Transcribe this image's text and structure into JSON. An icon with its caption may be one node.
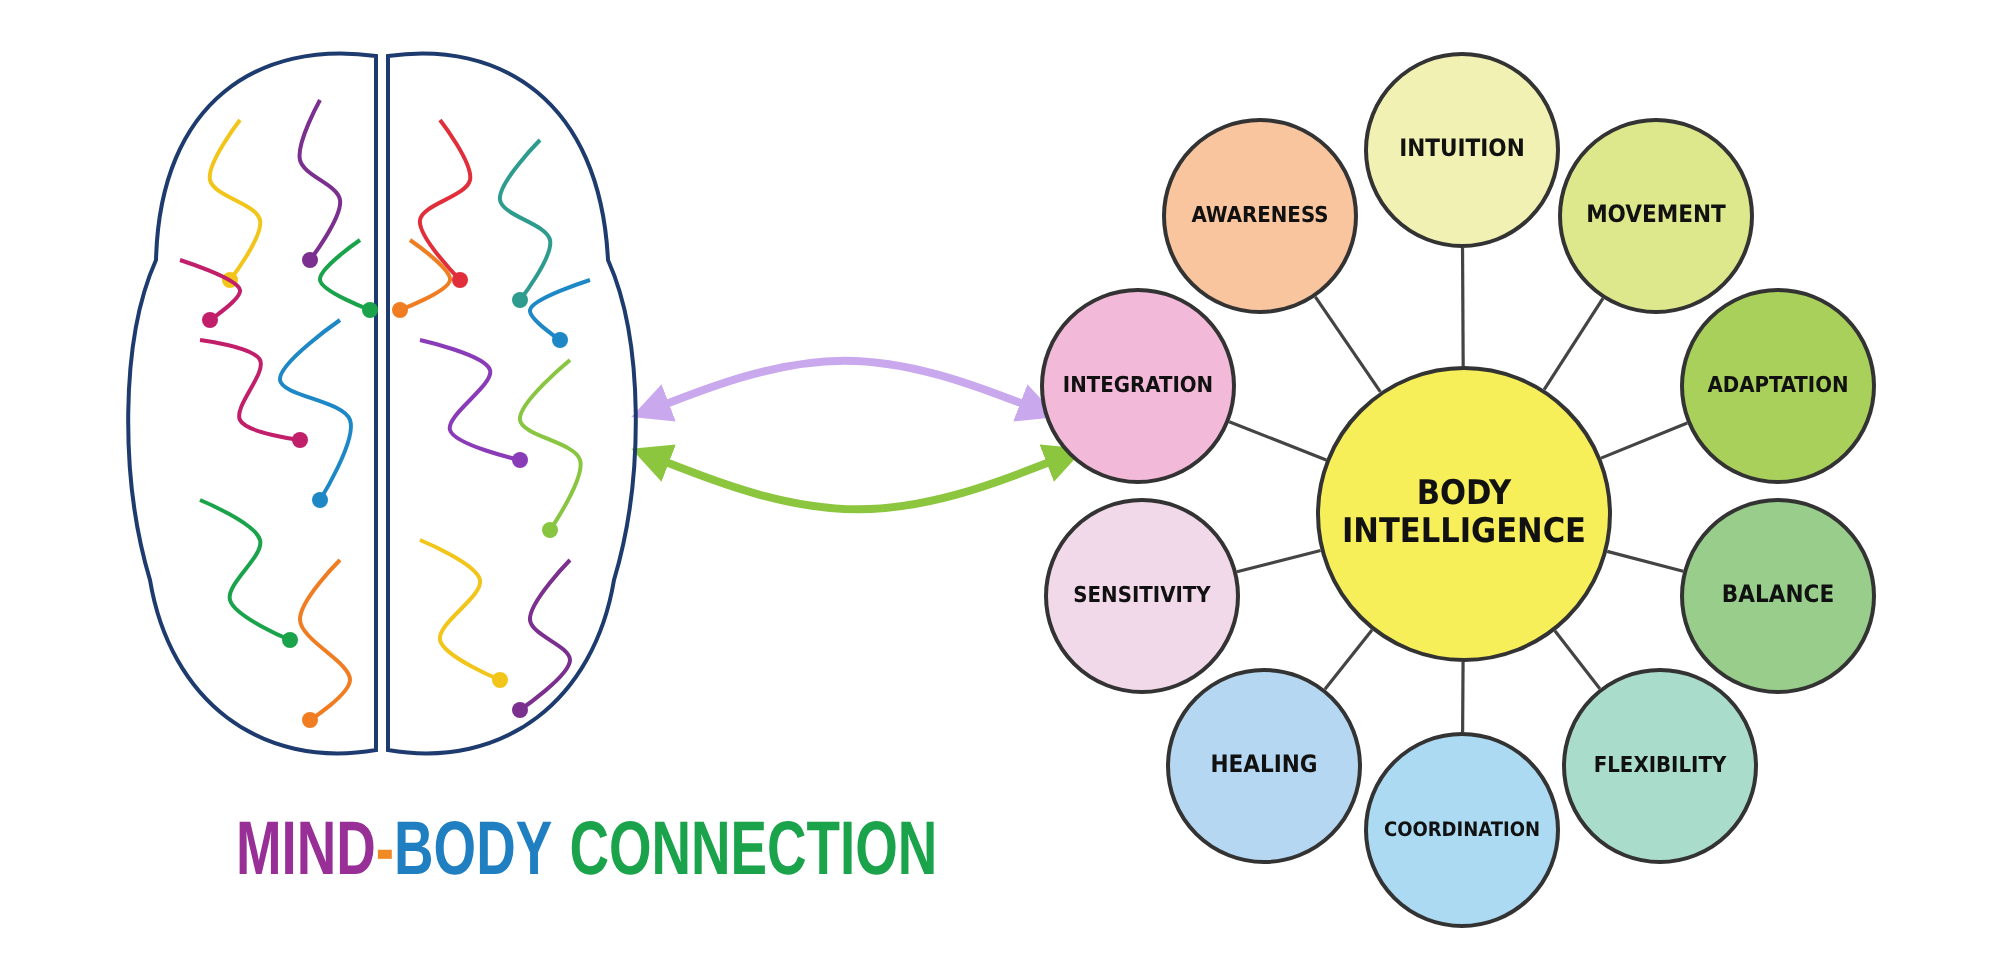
{
  "diagram": {
    "nodes": [
      {
        "text": [],
        "shape": "picture"
      },
      {
        "text": [
          "BODY INTELLIGENCE"
        ]
      },
      {
        "text": [
          "INTUITION"
        ]
      },
      {
        "text": [
          "MOVEMENT"
        ]
      },
      {
        "text": [
          "ADAPTATION"
        ]
      },
      {
        "text": [
          "BALANCE"
        ]
      },
      {
        "text": [
          "FLEXIBILITY"
        ]
      },
      {
        "text": [
          "COORDINATION"
        ]
      },
      {
        "text": [
          "HEALING"
        ]
      },
      {
        "text": [
          "SENSITIVITY"
        ]
      },
      {
        "text": [
          "INTEGRATION"
        ]
      },
      {
        "text": [
          "AWARENESS"
        ]
      }
    ],
    "edges": [
      {
        "from": 0,
        "to": 10,
        "arrow": "both",
        "style": "thick",
        "color": "#c9a8ee"
      },
      {
        "from": 0,
        "to": 10,
        "arrow": "both",
        "style": "thick",
        "color": "#8cc63e"
      },
      {
        "from": 1,
        "to": 2,
        "arrow": "none"
      },
      {
        "from": 1,
        "to": 3,
        "arrow": "none"
      },
      {
        "from": 1,
        "to": 4,
        "arrow": "none"
      },
      {
        "from": 1,
        "to": 5,
        "arrow": "none"
      },
      {
        "from": 1,
        "to": 6,
        "arrow": "none"
      },
      {
        "from": 1,
        "to": 7,
        "arrow": "none"
      },
      {
        "from": 1,
        "to": 8,
        "arrow": "none"
      },
      {
        "from": 1,
        "to": 9,
        "arrow": "none"
      },
      {
        "from": 1,
        "to": 10,
        "arrow": "none"
      },
      {
        "from": 1,
        "to": 11,
        "arrow": "none"
      }
    ],
    "labels": [
      "MIND",
      "-",
      "BODY",
      "CONNECTION"
    ]
  }
}
